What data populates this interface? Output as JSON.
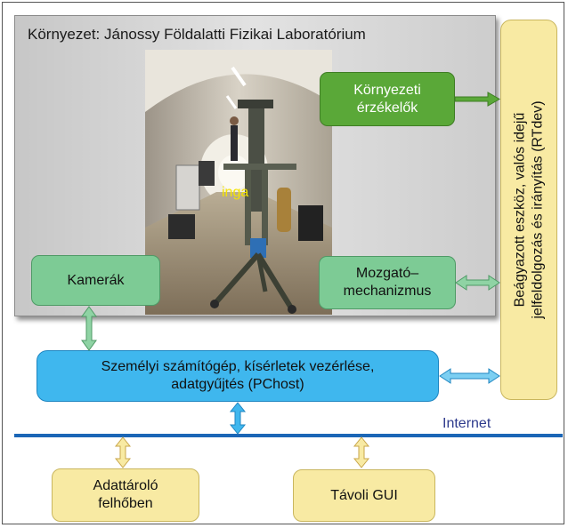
{
  "environment": {
    "title": "Környezet:  Jánossy Földalatti Fizikai Laboratórium"
  },
  "photo": {
    "label": "inga"
  },
  "nodes": {
    "sensors": {
      "line1": "Környezeti",
      "line2": "érzékelők"
    },
    "cameras": {
      "label": "Kamerák"
    },
    "motion": {
      "line1": "Mozgató–",
      "line2": "mechanizmus"
    },
    "pc": {
      "line1": "Személyi számítógép, kísérletek vezérlése,",
      "line2": "adatgyűjtés (PChost)"
    },
    "rtdev": {
      "line1": "Beágyazott eszköz, valós idejű",
      "line2": "jelfeldolgozás és irányítás (RTdev)"
    },
    "cloud": {
      "line1": "Adattároló",
      "line2": "felhőben"
    },
    "gui": {
      "label": "Távoli GUI"
    }
  },
  "network": {
    "label": "Internet"
  },
  "colors": {
    "green_box": "#7dcb95",
    "dark_green_box": "#5aa838",
    "blue_box": "#3fb7ee",
    "yellow_box": "#f8eaa3",
    "internet_line": "#1b66b6",
    "label_yellow": "#f5e400"
  }
}
